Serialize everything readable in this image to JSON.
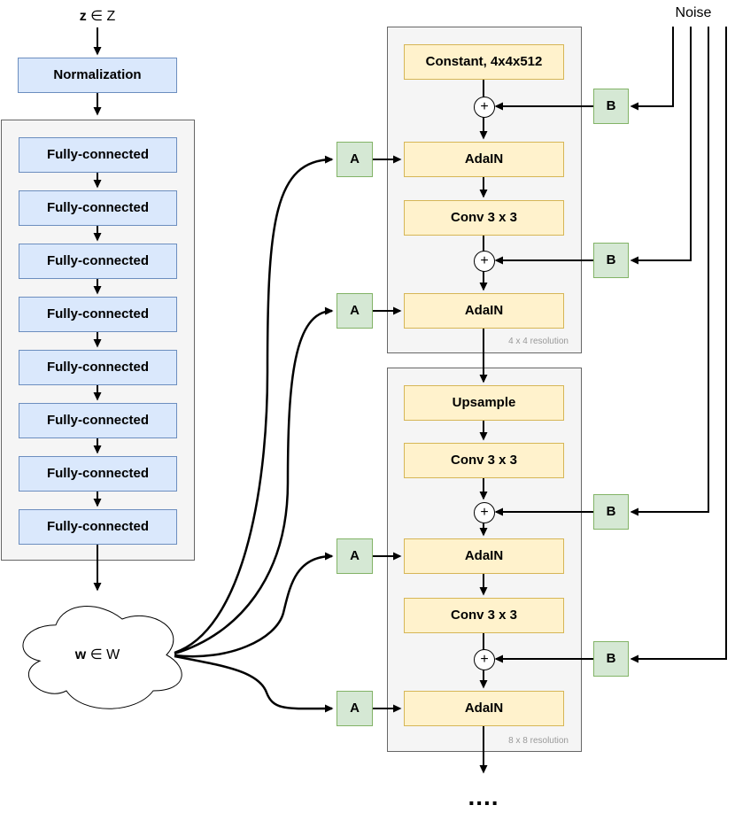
{
  "colors": {
    "box_blue_fill": "#dae8fc",
    "box_blue_border": "#6c8ebf",
    "box_yellow_fill": "#fff2cc",
    "box_yellow_border": "#d6b656",
    "box_green_fill": "#d5e8d4",
    "box_green_border": "#82b366",
    "container_fill": "#f5f5f5",
    "container_border": "#666666",
    "connector": "#000000",
    "caption_text": "#999999"
  },
  "mapping": {
    "latent_z": {
      "symbol": "z",
      "membership": " ∈ Z"
    },
    "normalization_label": "Normalization",
    "layers": [
      "Fully-connected",
      "Fully-connected",
      "Fully-connected",
      "Fully-connected",
      "Fully-connected",
      "Fully-connected",
      "Fully-connected",
      "Fully-connected"
    ],
    "latent_w": {
      "symbol": "w",
      "membership": " ∈ W"
    }
  },
  "noise": {
    "label": "Noise"
  },
  "style_inputs": {
    "a_label": "A",
    "b_label": "B",
    "plus_symbol": "+"
  },
  "synthesis": {
    "block1": {
      "boxes": [
        "Constant, 4x4x512",
        "AdaIN",
        "Conv 3 x 3",
        "AdaIN"
      ],
      "caption": "4 x 4 resolution"
    },
    "block2": {
      "boxes": [
        "Upsample",
        "Conv 3 x 3",
        "AdaIN",
        "Conv 3 x 3",
        "AdaIN"
      ],
      "caption": "8 x 8 resolution"
    },
    "continuation": "...."
  }
}
